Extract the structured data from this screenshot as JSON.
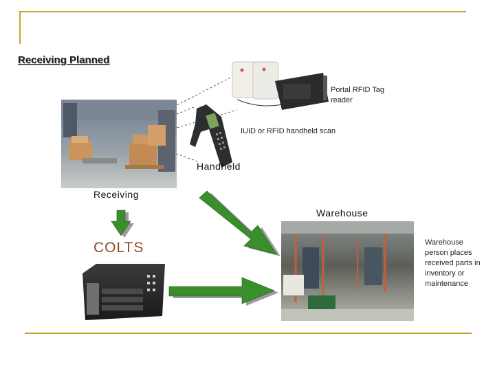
{
  "slide": {
    "title": "Receiving Planned",
    "portal_label": "Portal RFID Tag reader",
    "scan_label": "IUID or RFID handheld scan",
    "handheld_label": "Handheld",
    "receiving_label": "Receiving",
    "warehouse_label": "Warehouse",
    "colts_label": "COLTS",
    "warehouse_note": "Warehouse person places received parts in inventory or maintenance"
  },
  "colors": {
    "accent_rule": "#c8a52a",
    "arrow_green": "#3b8e2c",
    "colts_text": "#8b4b2a"
  },
  "icons": [
    "portal-reader-icon",
    "handheld-scanner-icon",
    "server-chassis-icon",
    "arrow-icon"
  ]
}
